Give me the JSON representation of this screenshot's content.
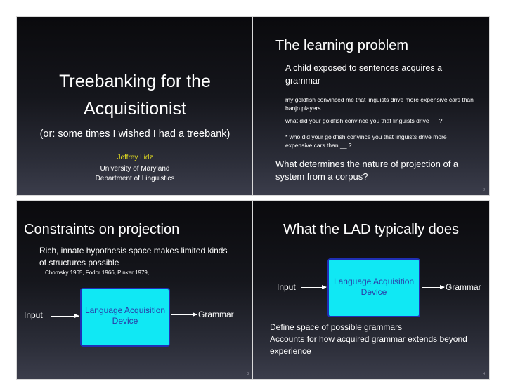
{
  "slide1": {
    "title_line1": "Treebanking for the",
    "title_line2": "Acquisitionist",
    "subtitle": "(or: some times I wished I had a treebank)",
    "author": "Jeffrey Lidz",
    "affiliation_line1": "University of Maryland",
    "affiliation_line2": "Department of Linguistics",
    "colors": {
      "author": "#e6df20"
    }
  },
  "slide2": {
    "title": "The learning problem",
    "bullet1": "A child exposed to sentences acquires a grammar",
    "example1": "my goldfish convinced me that linguists drive more expensive cars than banjo players",
    "example2": "what did your goldfish convince you that linguists drive __ ?",
    "example3": "* who did your goldfish convince you that linguists drive more expensive cars than __ ?",
    "bullet2": "What determines the nature of projection of a system from a corpus?",
    "page": "2"
  },
  "slide3": {
    "title": "Constraints on projection",
    "bullet": "Rich, innate hypothesis space makes limited kinds of structures possible",
    "citation": "Chomsky 1965, Fodor 1966, Pinker 1979, ...",
    "input_label": "Input",
    "box_line1": "Language Acquisition",
    "box_line2": "Device",
    "output_label": "Grammar",
    "page": "3"
  },
  "slide4": {
    "title": "What the LAD typically does",
    "input_label": "Input",
    "box_line1": "Language Acquisition",
    "box_line2": "Device",
    "output_label": "Grammar",
    "point1": "Define space of possible grammars",
    "point2": "Accounts for how acquired grammar extends beyond experience",
    "page": "4"
  },
  "colors": {
    "box_fill": "#10e8f4",
    "box_border": "#1f2fb5",
    "box_text": "#2b3aa8"
  }
}
